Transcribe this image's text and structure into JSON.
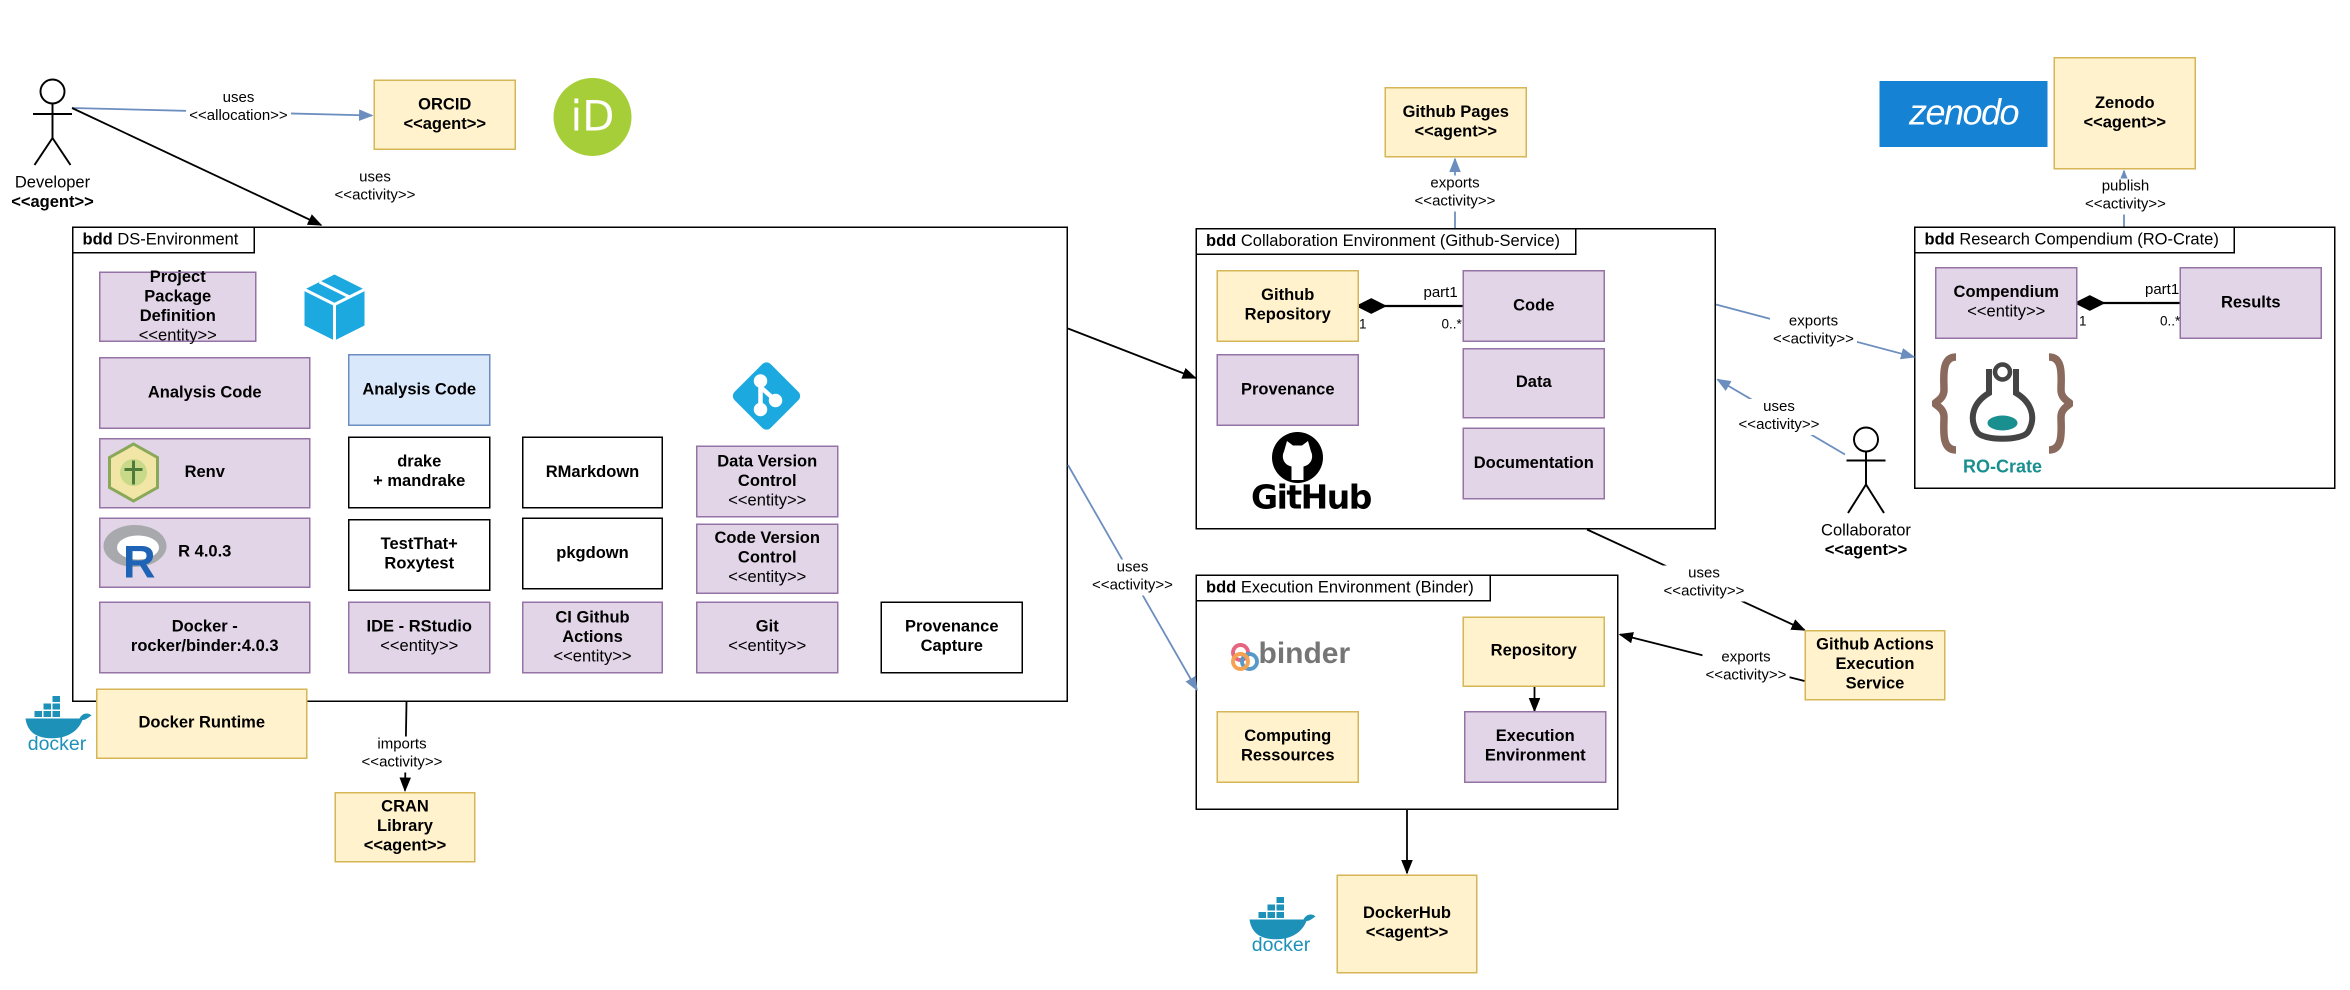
{
  "colors": {
    "agent_fill": "#fff2cc",
    "agent_stroke": "#d6b656",
    "entity_fill": "#e1d5e7",
    "entity_stroke": "#9673a6",
    "blue_fill": "#dae8fc",
    "blue_stroke": "#6c8ebf",
    "arrow_blue": "#6c8ebf",
    "zenodo": "#1682d4",
    "orcid": "#a6ce39",
    "docker": "#1d91b8",
    "git": "#1ca9e0",
    "rocrate": "#8a6a5c",
    "rocrate_teal": "#1a8f8f"
  },
  "actors": {
    "developer": {
      "name": "Developer",
      "stereo": "<<agent>>"
    },
    "collaborator": {
      "name": "Collaborator",
      "stereo": "<<agent>>"
    }
  },
  "agents": {
    "orcid": {
      "name": "ORCID",
      "stereo": "<<agent>>"
    },
    "github_pages": {
      "name": "Github Pages",
      "stereo": "<<agent>>"
    },
    "zenodo": {
      "name": "Zenodo",
      "stereo": "<<agent>>"
    },
    "docker_runtime": {
      "name": "Docker Runtime"
    },
    "cran": {
      "l1": "CRAN",
      "l2": "Library",
      "stereo": "<<agent>>"
    },
    "github_actions": {
      "l1": "Github Actions",
      "l2": "Execution",
      "l3": "Service"
    },
    "dockerhub": {
      "name": "DockerHub",
      "stereo": "<<agent>>"
    }
  },
  "ds_env": {
    "keyword": "bdd",
    "title": "DS-Environment",
    "project_package": {
      "l1": "Project",
      "l2": "Package Definition",
      "stereo": "<<entity>>"
    },
    "analysis_code_1": "Analysis Code",
    "analysis_code_2": "Analysis Code",
    "renv": "Renv",
    "r": "R 4.0.3",
    "docker_binder": {
      "l1": "Docker -",
      "l2": "rocker/binder:4.0.3"
    },
    "drake": {
      "l1": "drake",
      "l2": "+ mandrake"
    },
    "testthat": {
      "l1": "TestThat+",
      "l2": "Roxytest"
    },
    "ide": {
      "name": "IDE - RStudio",
      "stereo": "<<entity>>"
    },
    "rmarkdown": "RMarkdown",
    "pkgdown": "pkgdown",
    "ci": {
      "l1": "CI Github",
      "l2": "Actions",
      "stereo": "<<entity>>"
    },
    "dvc": {
      "l1": "Data Version",
      "l2": "Control",
      "stereo": "<<entity>>"
    },
    "cvc": {
      "l1": "Code Version",
      "l2": "Control",
      "stereo": "<<entity>>"
    },
    "git": {
      "name": "Git",
      "stereo": "<<entity>>"
    },
    "provenance_capture": {
      "l1": "Provenance",
      "l2": "Capture"
    }
  },
  "collab_env": {
    "keyword": "bdd",
    "title": "Collaboration Environment (Github-Service)",
    "github_repo": {
      "l1": "Github",
      "l2": "Repository"
    },
    "provenance": "Provenance",
    "code": "Code",
    "data": "Data",
    "documentation": "Documentation",
    "github_logo": "GitHub",
    "part": "part1",
    "mult_a": "1",
    "mult_b": "0..*"
  },
  "exec_env": {
    "keyword": "bdd",
    "title": "Execution Environment (Binder)",
    "binder_logo": "binder",
    "repository": "Repository",
    "computing": {
      "l1": "Computing",
      "l2": "Ressources"
    },
    "execution": {
      "l1": "Execution",
      "l2": "Environment"
    }
  },
  "research_comp": {
    "keyword": "bdd",
    "title": "Research Compendium (RO-Crate)",
    "compendium": {
      "name": "Compendium",
      "stereo": "<<entity>>"
    },
    "results": "Results",
    "rocrate_logo": "RO-Crate",
    "part": "part1",
    "mult_a": "1",
    "mult_b": "0..*"
  },
  "logos": {
    "zenodo": "zenodo",
    "orcid": "iD",
    "docker": "docker"
  },
  "edge_labels": {
    "dev_orcid": {
      "l1": "uses",
      "l2": "<<allocation>>"
    },
    "dev_ds": {
      "l1": "uses",
      "l2": "<<activity>>"
    },
    "ds_binder": {
      "l1": "uses",
      "l2": "<<activity>>"
    },
    "cran": {
      "l1": "imports",
      "l2": "<<activity>>"
    },
    "pages": {
      "l1": "exports",
      "l2": "<<activity>>"
    },
    "collab_rc": {
      "l1": "exports",
      "l2": "<<activity>>"
    },
    "collaborator": {
      "l1": "uses",
      "l2": "<<activity>>"
    },
    "gha_uses": {
      "l1": "uses",
      "l2": "<<activity>>"
    },
    "gha_exports": {
      "l1": "exports",
      "l2": "<<activity>>"
    },
    "zenodo": {
      "l1": "publish",
      "l2": "<<activity>>"
    }
  }
}
